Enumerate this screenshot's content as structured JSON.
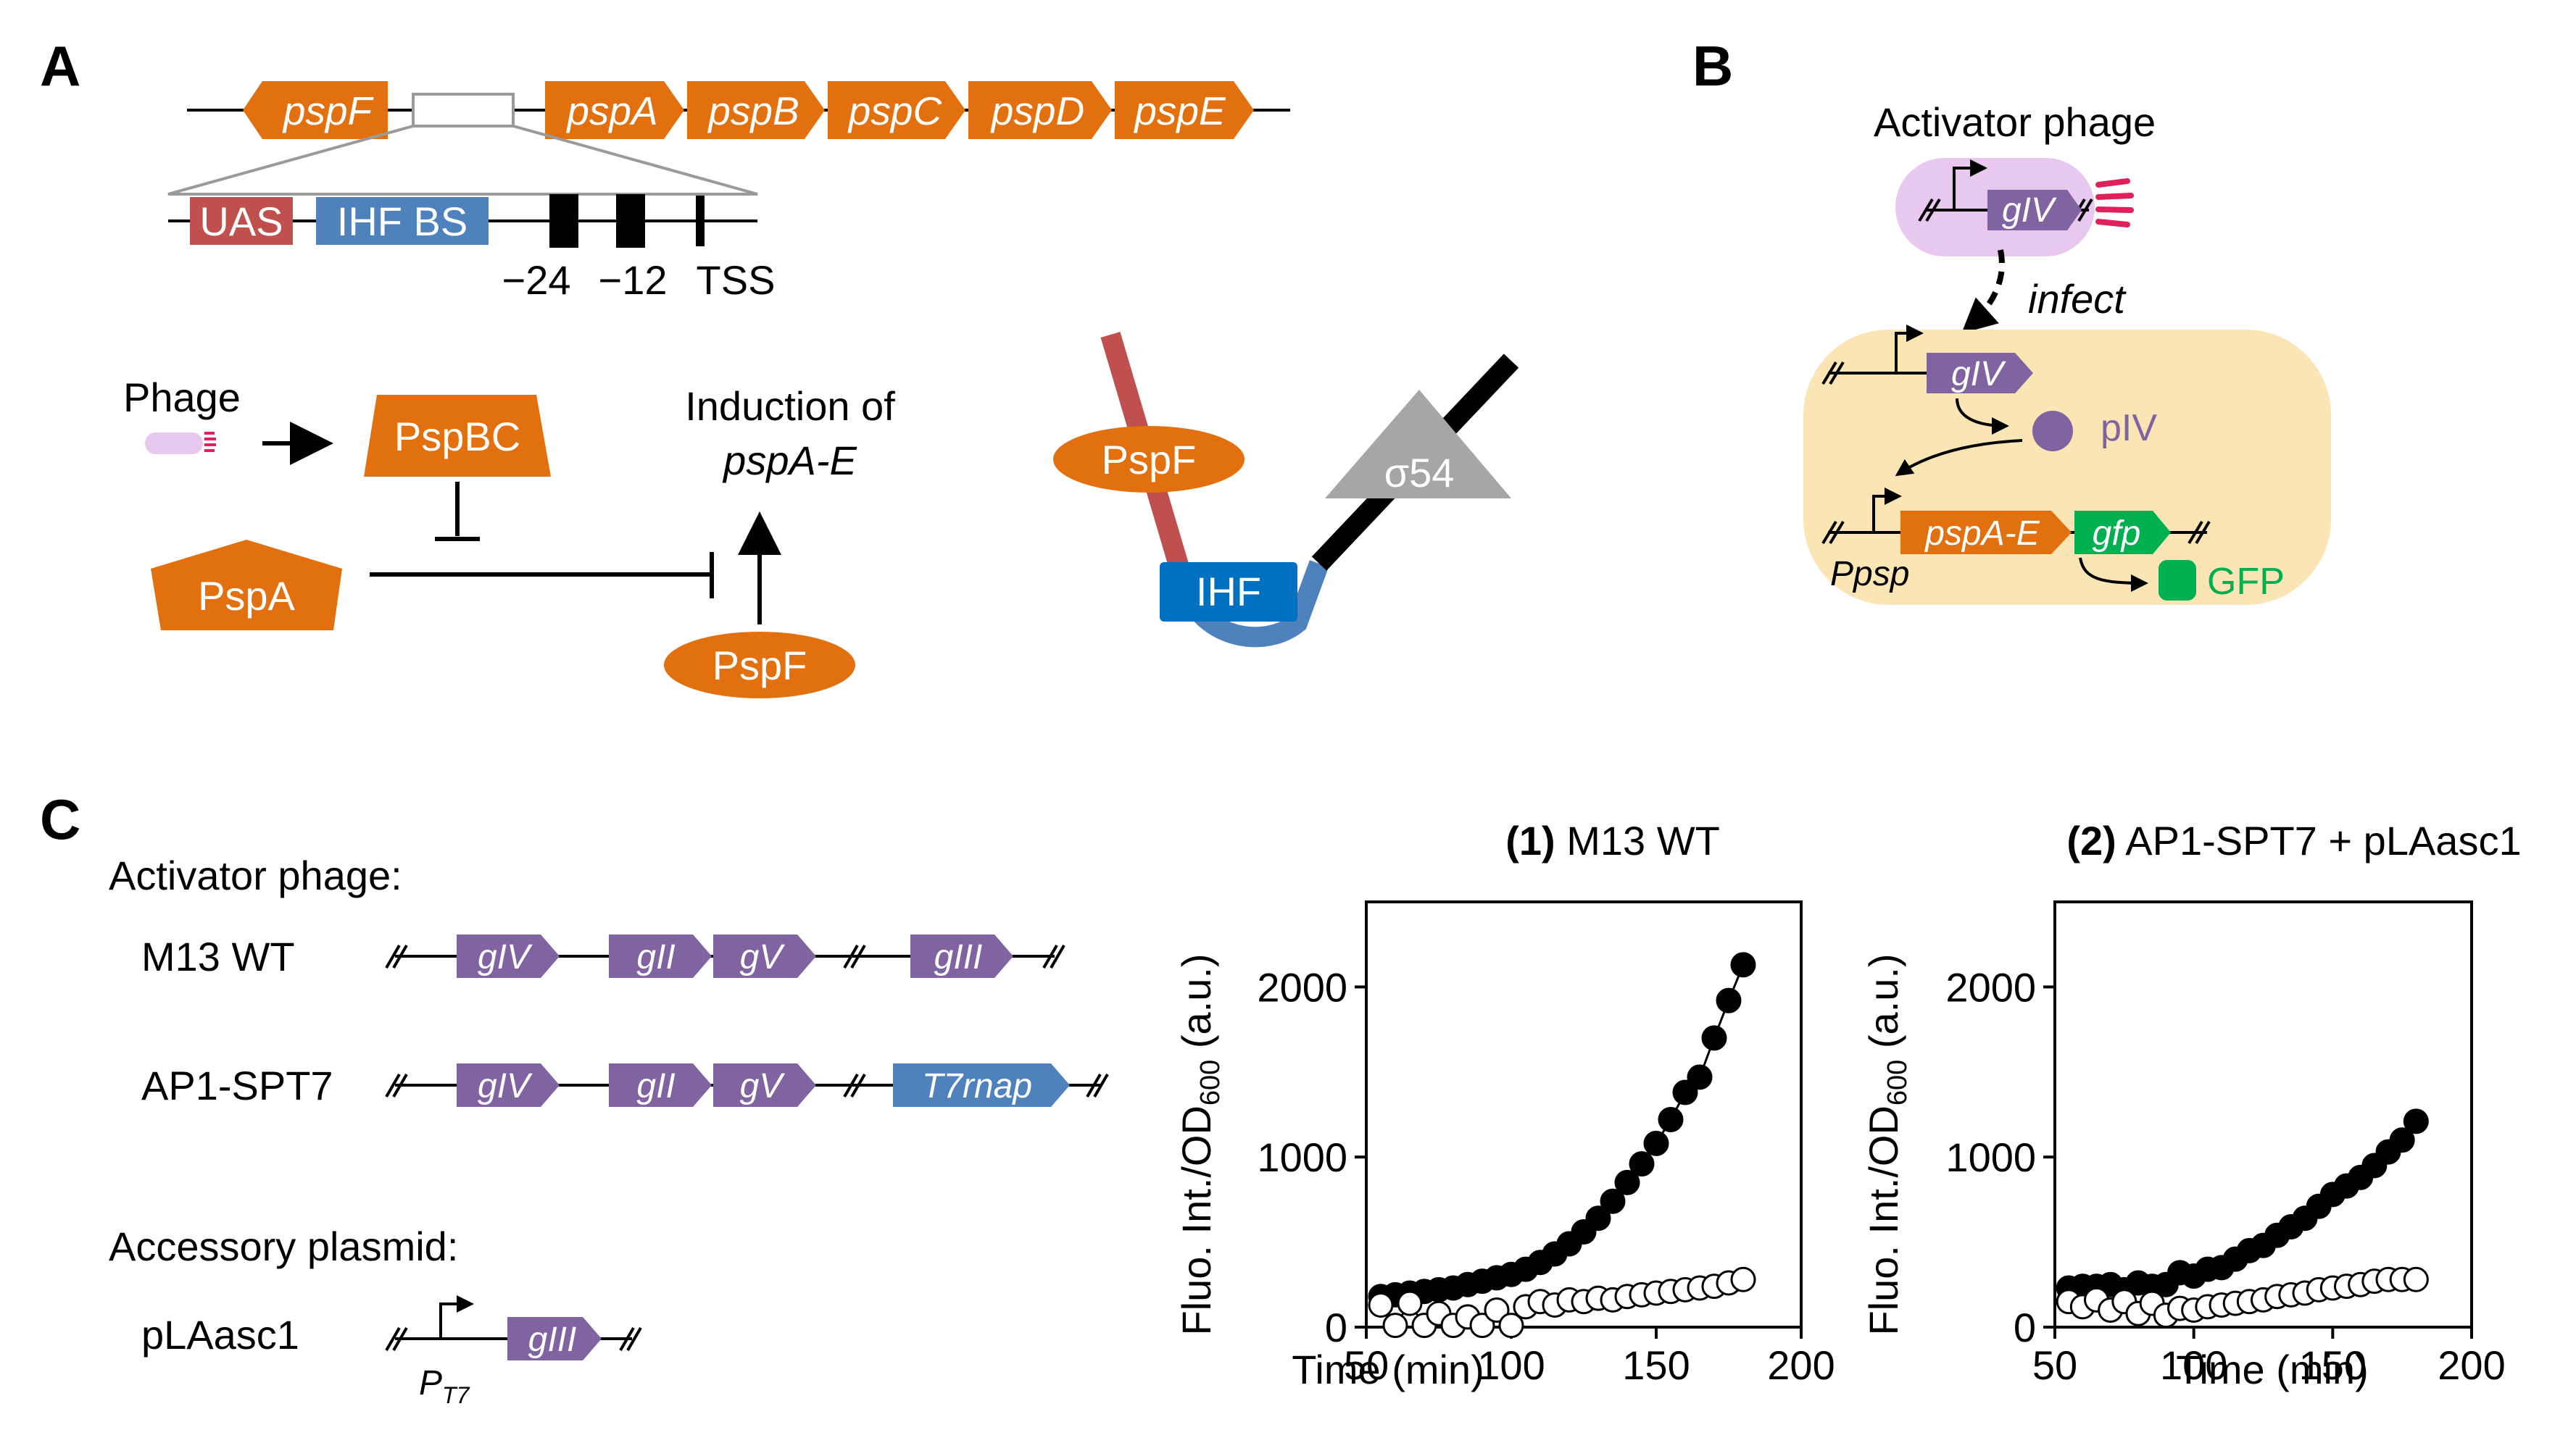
{
  "colors": {
    "orange": "#e2700f",
    "purple": "#8064a2",
    "red_box": "#c0504d",
    "blue_box": "#4f81bd",
    "ihf_blue": "#0070c0",
    "phage_pink": "#e8c8ee",
    "cell_yellow": "#fbe5b5",
    "gfp_green": "#00b050",
    "tail_red": "#e0205a",
    "sigma_gray": "#a6a6a6"
  },
  "panel_a": {
    "label": "A",
    "genes_top": [
      "pspF",
      "pspA",
      "pspB",
      "pspC",
      "pspD",
      "pspE"
    ],
    "promoter": {
      "uas": "UAS",
      "ihf_bs": "IHF BS",
      "m24": "−24",
      "m12": "−12",
      "tss": "TSS"
    },
    "regulation": {
      "phage": "Phage",
      "pspbc": "PspBC",
      "pspa": "PspA",
      "pspf": "PspF",
      "induction_line1": "Induction of",
      "induction_line2": "pspA-E"
    },
    "complex": {
      "pspf": "PspF",
      "sigma": "σ54",
      "ihf": "IHF"
    }
  },
  "panel_b": {
    "label": "B",
    "title": "Activator phage",
    "phage_gene": "gIV",
    "infect": "infect",
    "cell_gene": "gIV",
    "piv": "pIV",
    "operon": "pspA-E",
    "reporter": "gfp",
    "promoter": "Ppsp",
    "gfp_protein": "GFP"
  },
  "panel_c": {
    "label": "C",
    "activator_heading": "Activator phage:",
    "m13_name": "M13 WT",
    "m13_genes": [
      "gIV",
      "gII",
      "gV",
      "gIII"
    ],
    "ap1_name": "AP1-SPT7",
    "ap1_genes": [
      "gIV",
      "gII",
      "gV",
      "T7rnap"
    ],
    "accessory_heading": "Accessory plasmid:",
    "plasmid_name": "pLAasc1",
    "plasmid_gene": "gIII",
    "plasmid_promoter": "P",
    "plasmid_promoter_sub": "T7"
  },
  "chart_data": [
    {
      "type": "scatter",
      "title_num": "(1)",
      "title": "M13 WT",
      "xlabel": "Time (min)",
      "ylabel_main": "Fluo. Int./OD",
      "ylabel_sub": "600",
      "ylabel_unit": "(a.u.)",
      "xlim": [
        50,
        200
      ],
      "ylim": [
        0,
        2500
      ],
      "xticks": [
        50,
        100,
        150,
        200
      ],
      "yticks": [
        0,
        1000,
        2000
      ],
      "x": [
        55,
        60,
        65,
        70,
        75,
        80,
        85,
        90,
        95,
        100,
        105,
        110,
        115,
        120,
        125,
        130,
        135,
        140,
        145,
        150,
        155,
        160,
        165,
        170,
        175,
        180
      ],
      "series": [
        {
          "style": "filled",
          "values": [
            180,
            190,
            200,
            210,
            220,
            230,
            250,
            270,
            290,
            310,
            340,
            380,
            430,
            490,
            560,
            640,
            740,
            850,
            960,
            1080,
            1220,
            1380,
            1470,
            1700,
            1920,
            2130
          ]
        },
        {
          "style": "open",
          "values": [
            130,
            10,
            140,
            10,
            80,
            10,
            60,
            10,
            100,
            10,
            120,
            150,
            130,
            160,
            150,
            170,
            160,
            180,
            190,
            200,
            210,
            220,
            230,
            240,
            260,
            280
          ]
        }
      ]
    },
    {
      "type": "scatter",
      "title_num": "(2)",
      "title": "AP1-SPT7 + pLAasc1",
      "xlabel": "Time (min)",
      "ylabel_main": "Fluo. Int./OD",
      "ylabel_sub": "600",
      "ylabel_unit": "(a.u.)",
      "xlim": [
        50,
        200
      ],
      "ylim": [
        0,
        2500
      ],
      "xticks": [
        50,
        100,
        150,
        200
      ],
      "yticks": [
        0,
        1000,
        2000
      ],
      "x": [
        55,
        60,
        65,
        70,
        75,
        80,
        85,
        90,
        95,
        100,
        105,
        110,
        115,
        120,
        125,
        130,
        135,
        140,
        145,
        150,
        155,
        160,
        165,
        170,
        175,
        180
      ],
      "series": [
        {
          "style": "filled",
          "values": [
            230,
            240,
            240,
            250,
            220,
            260,
            240,
            250,
            320,
            300,
            340,
            350,
            400,
            450,
            480,
            540,
            590,
            640,
            710,
            780,
            830,
            880,
            950,
            1030,
            1100,
            1210
          ]
        },
        {
          "style": "open",
          "values": [
            150,
            120,
            160,
            100,
            150,
            80,
            140,
            70,
            110,
            100,
            120,
            130,
            140,
            150,
            160,
            180,
            190,
            200,
            220,
            230,
            240,
            250,
            270,
            280,
            280,
            280
          ]
        }
      ]
    }
  ]
}
